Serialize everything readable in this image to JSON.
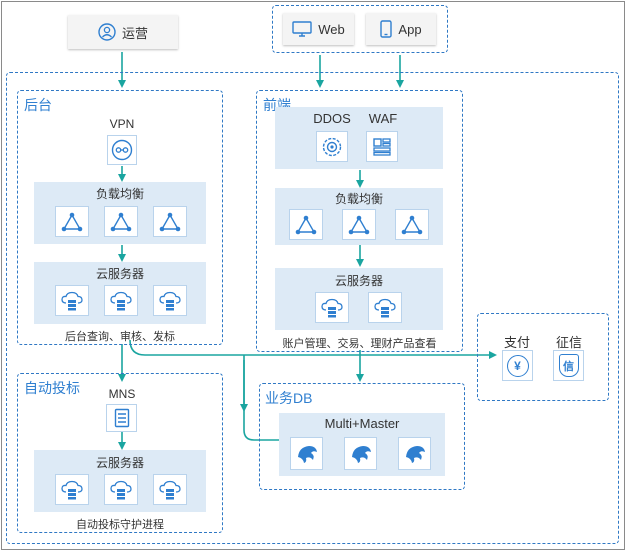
{
  "top": {
    "ops_label": "运营",
    "web_label": "Web",
    "app_label": "App"
  },
  "backend": {
    "title": "后台",
    "vpn_label": "VPN",
    "lb_label": "负载均衡",
    "cloud_label": "云服务器",
    "caption": "后台查询、审核、发标"
  },
  "frontend": {
    "title": "前端",
    "ddos_label": "DDOS",
    "waf_label": "WAF",
    "lb_label": "负载均衡",
    "cloud_label": "云服务器",
    "caption": "账户管理、交易、理财产品查看"
  },
  "auto": {
    "title": "自动投标",
    "mns_label": "MNS",
    "cloud_label": "云服务器",
    "caption": "自动投标守护进程"
  },
  "db": {
    "title": "业务DB",
    "cluster_label": "Multi+Master"
  },
  "external": {
    "pay_label": "支付",
    "pay_glyph": "¥",
    "credit_label": "征信",
    "credit_glyph": "信"
  },
  "colors": {
    "accent_blue": "#2f7fd0",
    "arrow_teal": "#1aa5a0",
    "panel_bg": "#ddeaf6"
  }
}
